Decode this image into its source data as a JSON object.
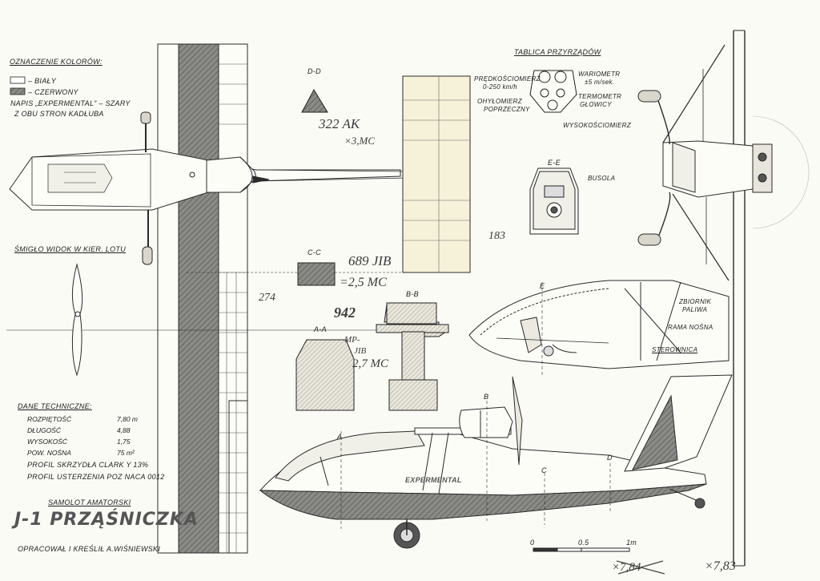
{
  "legend": {
    "heading": "OZNACZENIE KOLORÓW:",
    "white": "– BIAŁY",
    "red": "– CZERWONY",
    "note1": "NAPIS „EXPERMENTAL” – SZARY",
    "note2": "Z OBU STRON KADŁUBA"
  },
  "propeller_label": "ŚMIGŁO WIDOK W KIER. LOTU",
  "tech": {
    "heading": "DANE TECHNICZNE:",
    "rows": [
      {
        "label": "ROZPIĘTOŚĆ",
        "value": "7,80 m"
      },
      {
        "label": "DŁUGOŚĆ",
        "value": "4,88"
      },
      {
        "label": "WYSOKOŚĆ",
        "value": "1,75"
      },
      {
        "label": "POW. NOŚNA",
        "value": "75 m²"
      }
    ],
    "profile1": "PROFIL SKRZYDŁA CLARK Y 13%",
    "profile2": "PROFIL USTERZENIA POZ NACA 0012"
  },
  "title": {
    "subtitle": "SAMOLOT AMATORSKI",
    "name": "J-1 PRZĄŚNICZKA",
    "author": "OPRACOWAŁ I KREŚLIŁ A.WIŚNIEWSKI"
  },
  "sections": {
    "dd": "D-D",
    "cc": "C-C",
    "bb": "B-B",
    "aa": "A-A",
    "ee": "E-E"
  },
  "instruments": {
    "heading": "TABLICA PRZYRZĄDÓW",
    "speed1": "PRĘDKOŚCIOMIERZ",
    "speed2": "0-250 km/h",
    "vario1": "WARIOMETR",
    "vario2": "±5 m/sek.",
    "turn1": "OHYŁOMIERZ",
    "turn2": "POPRZECZNY",
    "temp1": "TERMOMETR",
    "temp2": "GŁOWICY",
    "alt": "WYSOKOŚCIOMIERZ",
    "compass": "BUSOLA"
  },
  "cockpit_labels": {
    "tank1": "ZBIORNIK",
    "tank2": "PALIWA",
    "frame": "RAMA NOŚNA",
    "controls": "STEROWNICA"
  },
  "fuselage_text": "EXPERMENTAL",
  "scale": {
    "t0": "0",
    "t1": "0.5",
    "t2": "1m"
  },
  "handwritten": {
    "n1": "322 AK",
    "n1b": "×3,MC",
    "n2": "183",
    "n3": "689 JIB",
    "n3b": "=2,5 MC",
    "n4": "274",
    "n5": "942",
    "n5b": "MP-",
    "n5c": "JIB",
    "n5d": "2,7 MC",
    "corner1": "×7,84",
    "corner2": "×7,83"
  },
  "section_letters": {
    "a": "A",
    "b": "B",
    "c": "C",
    "d": "D",
    "e": "E"
  }
}
